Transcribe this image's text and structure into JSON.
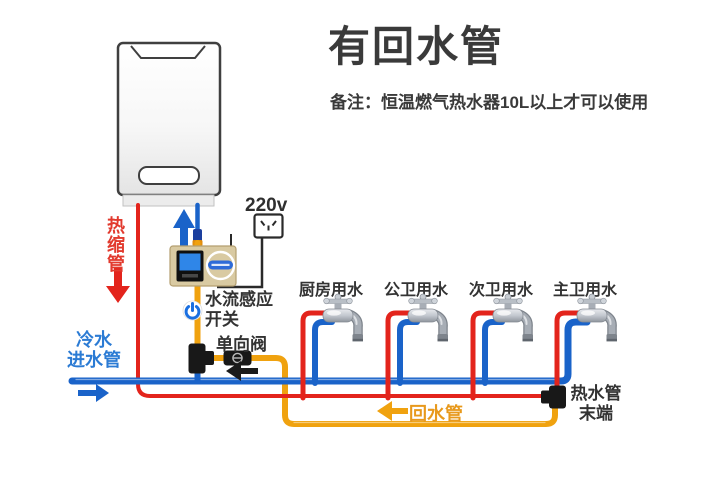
{
  "title": "有回水管",
  "note": "备注：恒温燃气热水器10L以上才可以使用",
  "heater_area": {
    "heat_shrink_label": "热缩管",
    "voltage_label": "220v"
  },
  "controller": {
    "flow_switch_label_line1": "水流感应",
    "flow_switch_label_line2": "开关",
    "check_valve_label": "单向阀"
  },
  "pipes": {
    "cold_inlet_label_line1": "冷水",
    "cold_inlet_label_line2": "进水管",
    "return_pipe_label": "回水管",
    "hot_end_label_line1": "热水管",
    "hot_end_label_line2": "末端"
  },
  "faucets": [
    {
      "label": "厨房用水"
    },
    {
      "label": "公卫用水"
    },
    {
      "label": "次卫用水"
    },
    {
      "label": "主卫用水"
    }
  ],
  "colors": {
    "cold": "#1a63c9",
    "hot": "#e3241c",
    "return_pipe": "#f0a20f",
    "ink": "#3a3a3a",
    "label": "#333333",
    "cold_text": "#2b7bd4",
    "hot_text": "#e23a2e",
    "return_text": "#e8991c",
    "device_body": "#d9caa2",
    "screen_blue": "#2f86e8",
    "power_icon_blue": "#1a6fe0"
  }
}
